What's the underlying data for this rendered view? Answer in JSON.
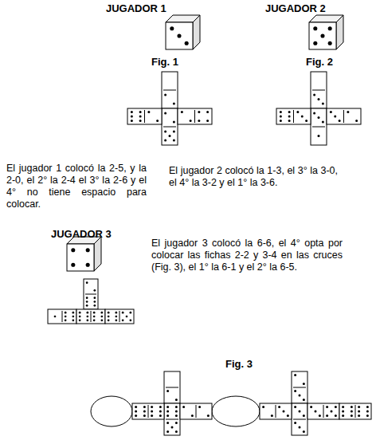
{
  "diagram": {
    "labels": [
      "JUGADOR 1",
      "JUGADOR 2",
      "Fig. 1",
      "Fig. 2",
      "El jugador 1 colocó la 2-5, y la 2-0, el 2° la 2-4 el 3° la 2-6 y el 4° no tiene espacio para colocar.",
      "El jugador 2 colocó la 1-3, el 3° la 3-0, el 4° la 3-2 y el 1° la 3-6.",
      "JUGADOR 3",
      "El jugador 3 colocó la 6-6, el 4° opta por colocar las fichas 2-2 y 3-4 en las cruces (Fig. 3), el 1° la 6-1 y el 2° la 6-5.",
      "Fig. 3"
    ]
  }
}
